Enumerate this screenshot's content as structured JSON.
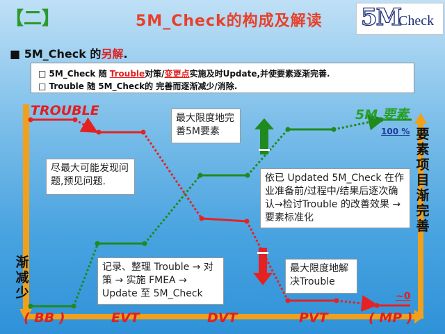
{
  "header": {
    "bracket": "【二】",
    "title": "5M_Check的构成及解读",
    "logo": {
      "mark": "5M",
      "word": "Check"
    }
  },
  "subtitle": {
    "prefix": "■ 5M_Check 的",
    "highlight": "另解",
    "suffix": "."
  },
  "notes": {
    "line1": {
      "a": "□ 5M_Check 随 ",
      "b": "Trouble",
      "c": "对策/",
      "d": "变更点",
      "e": "实施及时Update,并使要素逐渐完善."
    },
    "line2": "□ Trouble   随 5M_Check的 完善而逐渐减少/消除."
  },
  "diagram": {
    "trouble_label": "TROUBLE",
    "elements_label": "5M 要素",
    "percent_label": "100 %",
    "zero_label": "~0",
    "left_vertical": "渐减少",
    "right_vertical": "要素项目渐完善",
    "phases": [
      "( BB )",
      "EVT",
      "DVT",
      "PVT",
      "( MP )"
    ],
    "box1": "最大限度地完善5M要素",
    "box2": "尽最大可能发现问题,预见问题.",
    "box3": "依已 Updated 5M_Check 在作业准备前/过程中/结果后逐次确认→检讨Trouble 的改善效果 → 要素标准化",
    "box4": "记录、整理 Trouble → 对策 → 实施 FMEA → Update 至 5M_Check",
    "box5": "最大限度地解决Trouble",
    "colors": {
      "trouble": "#e52222",
      "elements": "#1f8a1f",
      "frame": "#f2a019"
    }
  }
}
